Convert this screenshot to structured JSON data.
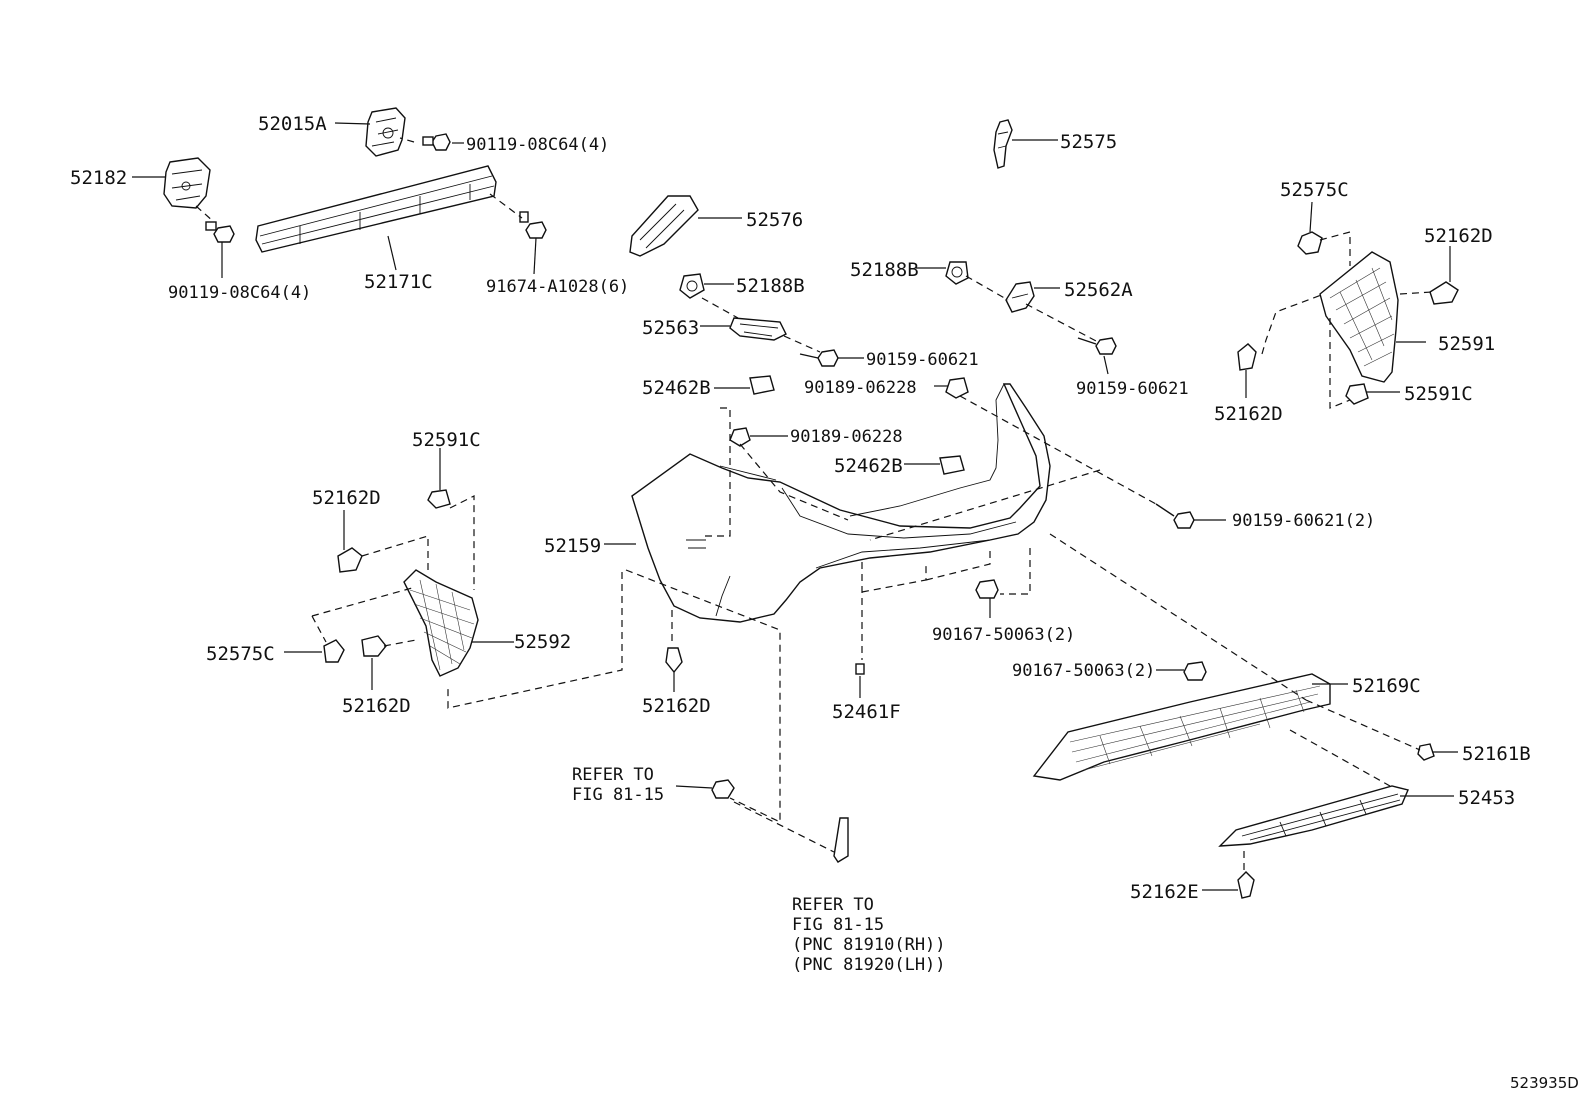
{
  "diagram_id": "523935D",
  "callouts": {
    "c52015A": "52015A",
    "c90119_top": "90119-08C64(4)",
    "c52182": "52182",
    "c90119_left": "90119-08C64(4)",
    "c52171C": "52171C",
    "c91674": "91674-A1028(6)",
    "c52575": "52575",
    "c52576": "52576",
    "c52188B_a": "52188B",
    "c52563": "52563",
    "c90159_a": "90159-60621",
    "c52188B_b": "52188B",
    "c52562A": "52562A",
    "c90159_b": "90159-60621",
    "c90189_a": "90189-06228",
    "c52462B_a": "52462B",
    "c90189_b": "90189-06228",
    "c52462B_b": "52462B",
    "c52575C_r": "52575C",
    "c52162D_r1": "52162D",
    "c52591": "52591",
    "c52162D_r2": "52162D",
    "c52591C_r": "52591C",
    "c90159_2": "90159-60621(2)",
    "c52591C_l": "52591C",
    "c52162D_l1": "52162D",
    "c52159": "52159",
    "c52592": "52592",
    "c52575C_l": "52575C",
    "c52162D_l2": "52162D",
    "c52162D_c": "52162D",
    "c90167_a": "90167-50063(2)",
    "c52461F": "52461F",
    "c90167_b": "90167-50063(2)",
    "c52169C": "52169C",
    "c52161B": "52161B",
    "c52453": "52453",
    "c52162E": "52162E"
  },
  "refer_left": [
    "REFER TO",
    "FIG 81-15"
  ],
  "refer_bottom": [
    "REFER TO",
    "FIG 81-15",
    "(PNC 81910(RH))",
    "(PNC 81920(LH))"
  ]
}
